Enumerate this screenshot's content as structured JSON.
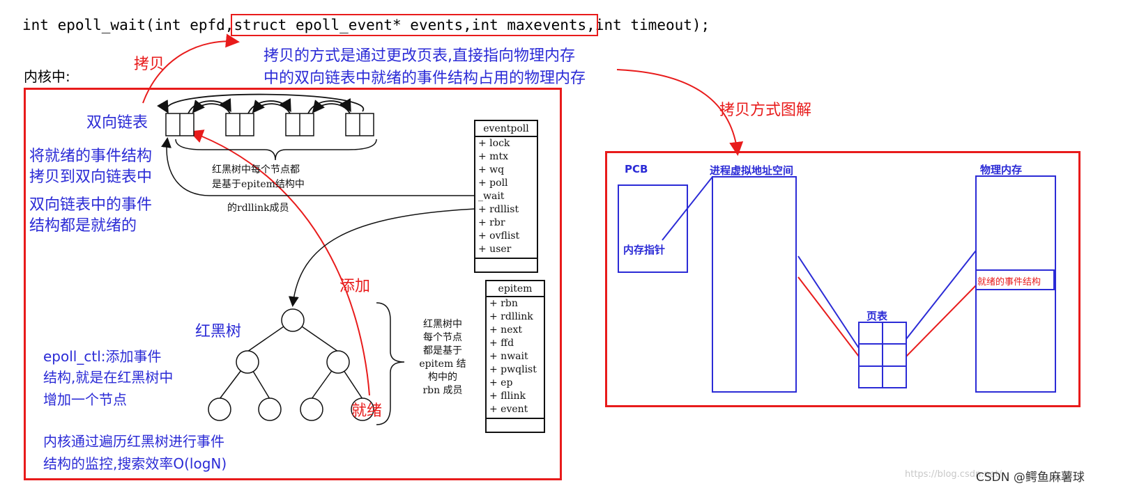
{
  "code_line": {
    "prefix": "int epoll_wait(int epfd,",
    "highlighted": "struct epoll_event* events,int maxevents,",
    "suffix": "int timeout);"
  },
  "labels": {
    "copy": "拷贝",
    "kernel": "内核中:",
    "copy_desc_1": "拷贝的方式是通过更改页表,直接指向物理内存",
    "copy_desc_2": "中的双向链表中就绪的事件结构占用的物理内存",
    "copy_diagram": "拷贝方式图解",
    "double_list": "双向链表",
    "ready_copy_1": "将就绪的事件结构",
    "ready_copy_2": "拷贝到双向链表中",
    "list_ready_1": "双向链表中的事件",
    "list_ready_2": "结构都是就绪的",
    "add": "添加",
    "rbtree": "红黑树",
    "ctl_1": "epoll_ctl:添加事件",
    "ctl_2": "结构,就是在红黑树中",
    "ctl_3": "增加一个节点",
    "ready": "就绪",
    "traverse_1": "内核通过遍历红黑树进行事件",
    "traverse_2": "结构的监控,搜索效率O(logN)",
    "rdllink_note_1": "红黑树中每个节点都",
    "rdllink_note_2": "是基于epitem结构中",
    "rdllink_note_3": "的rdllink成员",
    "rbn_note": [
      "红黑树中",
      "每个节点",
      "都是基于",
      "epitem 结",
      "构中的",
      "rbn 成员"
    ]
  },
  "eventpoll": {
    "title": "eventpoll",
    "fields": [
      "+ lock",
      "+ mtx",
      "+ wq",
      "+ poll _wait",
      "+ rdllist",
      "+ rbr",
      "+ ovflist",
      "+ user"
    ]
  },
  "epitem": {
    "title": "epitem",
    "fields": [
      "+ rbn",
      "+ rdllink",
      "+ next",
      "+ ffd",
      "+ nwait",
      "+ pwqlist",
      "+ ep",
      "+ fllink",
      "+ event"
    ]
  },
  "memory_diagram": {
    "pcb": "PCB",
    "mem_pointer": "内存指针",
    "vaddr": "进程虚拟地址空间",
    "page_table": "页表",
    "physical": "物理内存",
    "ready_struct": "就绪的事件结构"
  },
  "watermark": {
    "faint": "https://blog.csdn.net/",
    "text": "CSDN @鳄鱼麻薯球"
  },
  "colors": {
    "red": "#e81b1b",
    "blue": "#2b2bd6",
    "black": "#111111"
  }
}
